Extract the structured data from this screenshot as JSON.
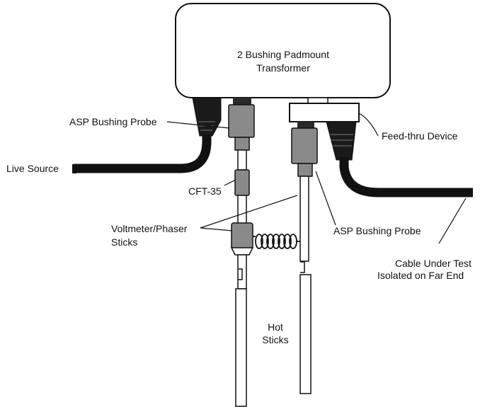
{
  "labels": {
    "transformer_line1": "2 Bushing Padmount",
    "transformer_line2": "Transformer",
    "asp_probe_left": "ASP Bushing Probe",
    "feed_thru": "Feed-thru Device",
    "live_source": "Live Source",
    "cft": "CFT-35",
    "voltmeter_line1": "Voltmeter/Phaser",
    "voltmeter_line2": "Sticks",
    "asp_probe_right": "ASP Bushing Probe",
    "cable_line1": "Cable Under Test",
    "cable_line2": "Isolated on Far End",
    "hot_line1": "Hot",
    "hot_line2": "Sticks"
  },
  "colors": {
    "outline": "#111111",
    "cable": "#111111",
    "probe": "#8a8a8a",
    "bushing": "#2a2a2a",
    "background": "#ffffff"
  }
}
